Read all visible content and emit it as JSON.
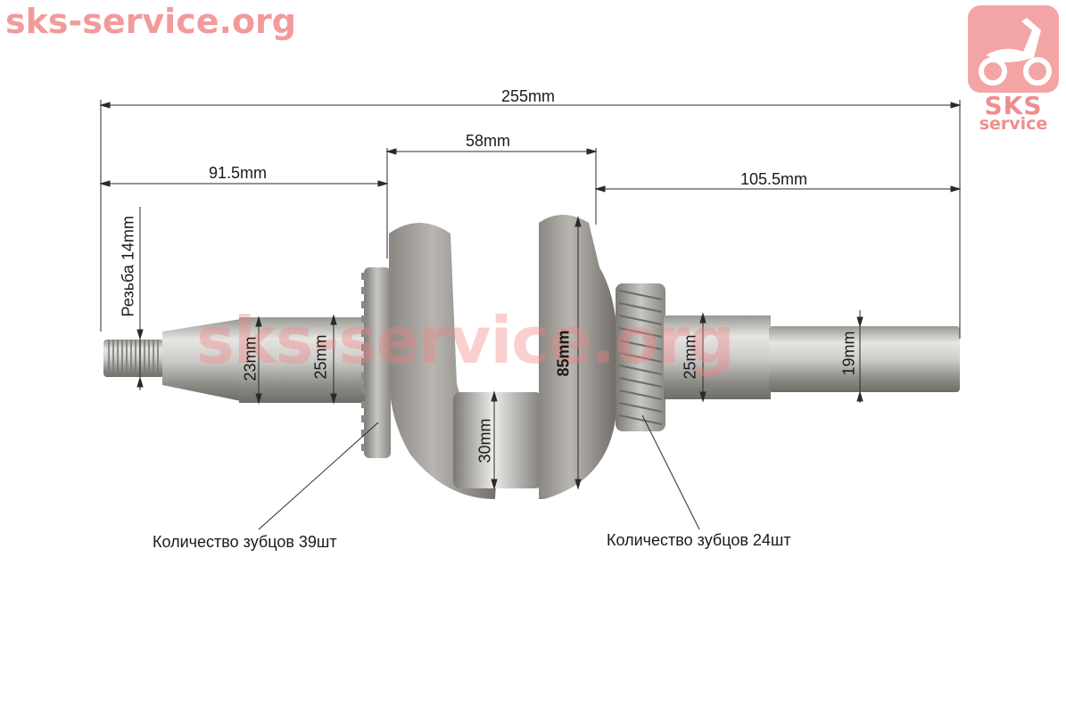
{
  "watermark": {
    "site": "sks-service.org",
    "center": "sks-service.org",
    "logo_top": "SKS",
    "logo_bottom": "service"
  },
  "dimensions": {
    "overall_length": "255mm",
    "left_section": "91.5mm",
    "crank_width": "58mm",
    "right_section": "105.5mm",
    "thread": "Резьба 14mm",
    "left_shaft_1": "23mm",
    "left_shaft_2": "25mm",
    "web_height": "85mm",
    "pin": "30mm",
    "right_shaft_1": "25mm",
    "right_shaft_2": "19mm"
  },
  "callouts": {
    "left_gear": "Количество зубцов 39шт",
    "right_gear": "Количество зубцов 24шт"
  },
  "colors": {
    "watermark": "#f29a9a",
    "dimension_line": "#2a2a2a",
    "steel_light": "#d8d8d6",
    "steel_dark": "#6e6c68"
  }
}
